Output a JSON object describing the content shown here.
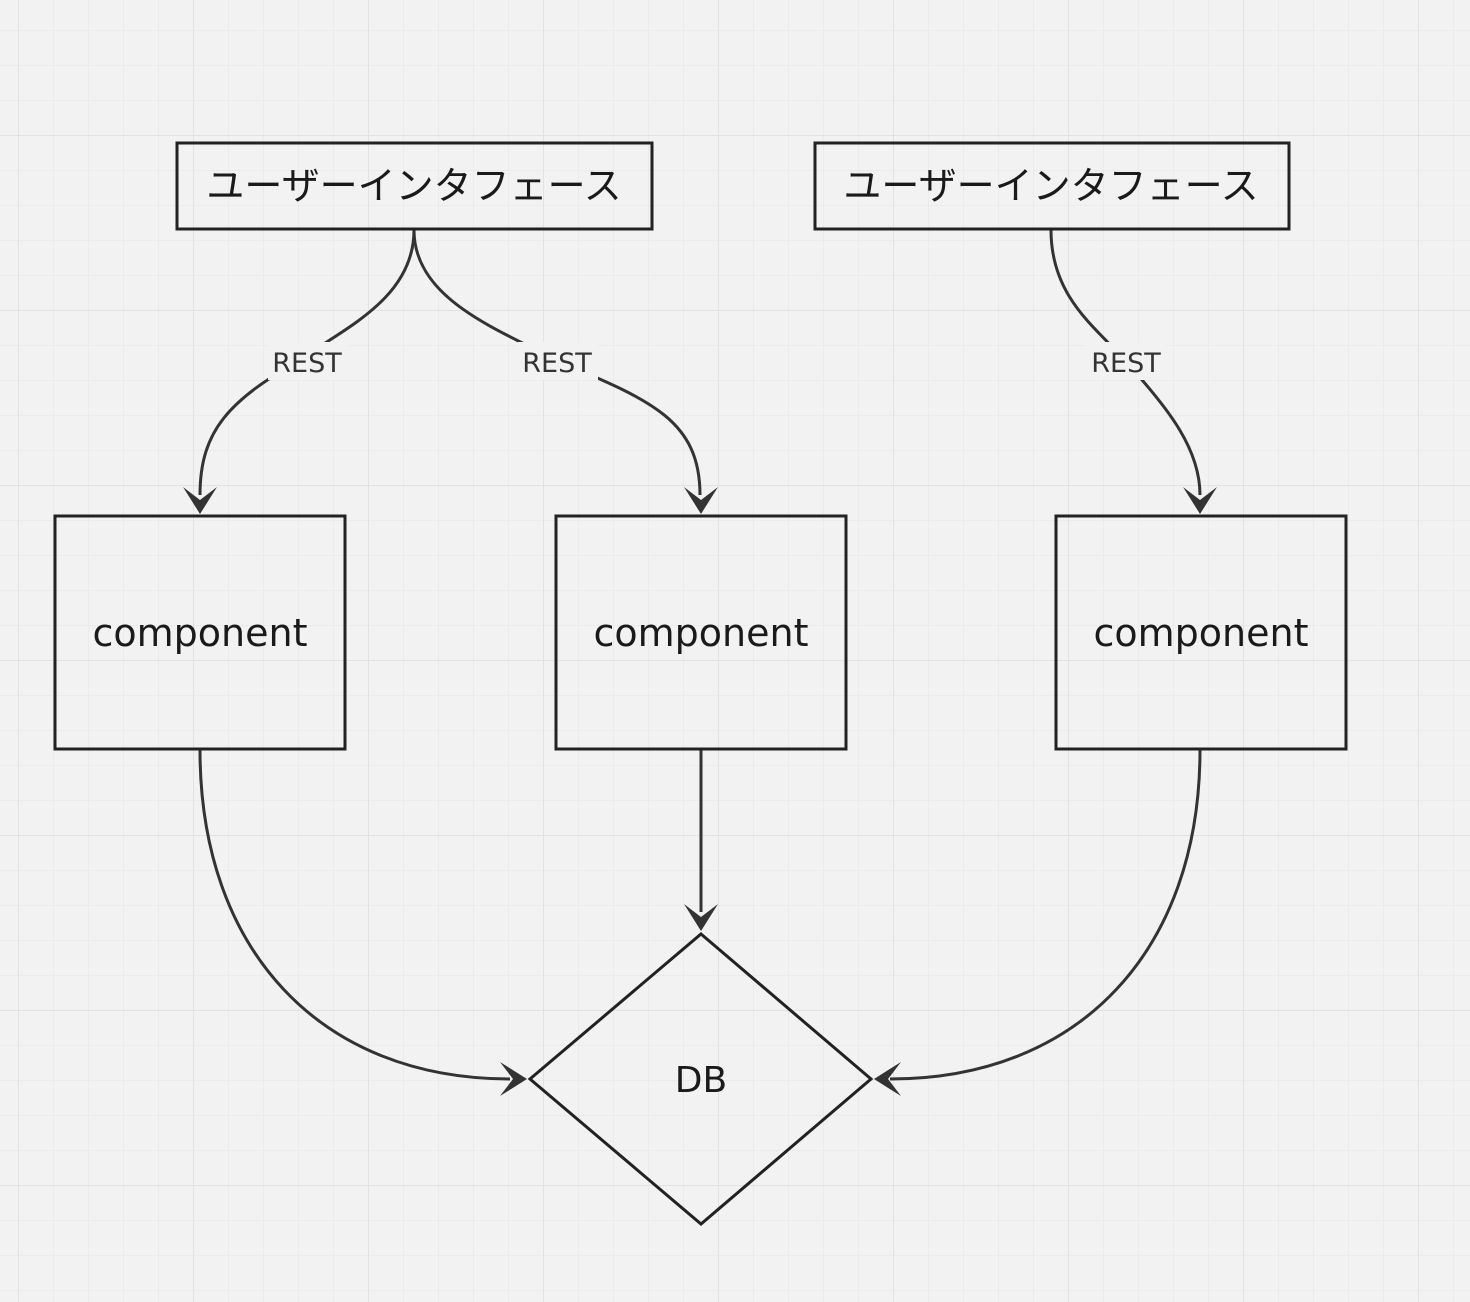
{
  "nodes": {
    "ui_left": {
      "label": "ユーザーインタフェース"
    },
    "ui_right": {
      "label": "ユーザーインタフェース"
    },
    "component_left": {
      "label": "component"
    },
    "component_middle": {
      "label": "component"
    },
    "component_right": {
      "label": "component"
    },
    "db": {
      "label": "DB"
    }
  },
  "edges": {
    "ui_left_to_component_left": {
      "label": "REST"
    },
    "ui_left_to_component_middle": {
      "label": "REST"
    },
    "ui_right_to_component_right": {
      "label": "REST"
    }
  },
  "colors": {
    "background": "#f2f2f2",
    "stroke": "#222222"
  }
}
